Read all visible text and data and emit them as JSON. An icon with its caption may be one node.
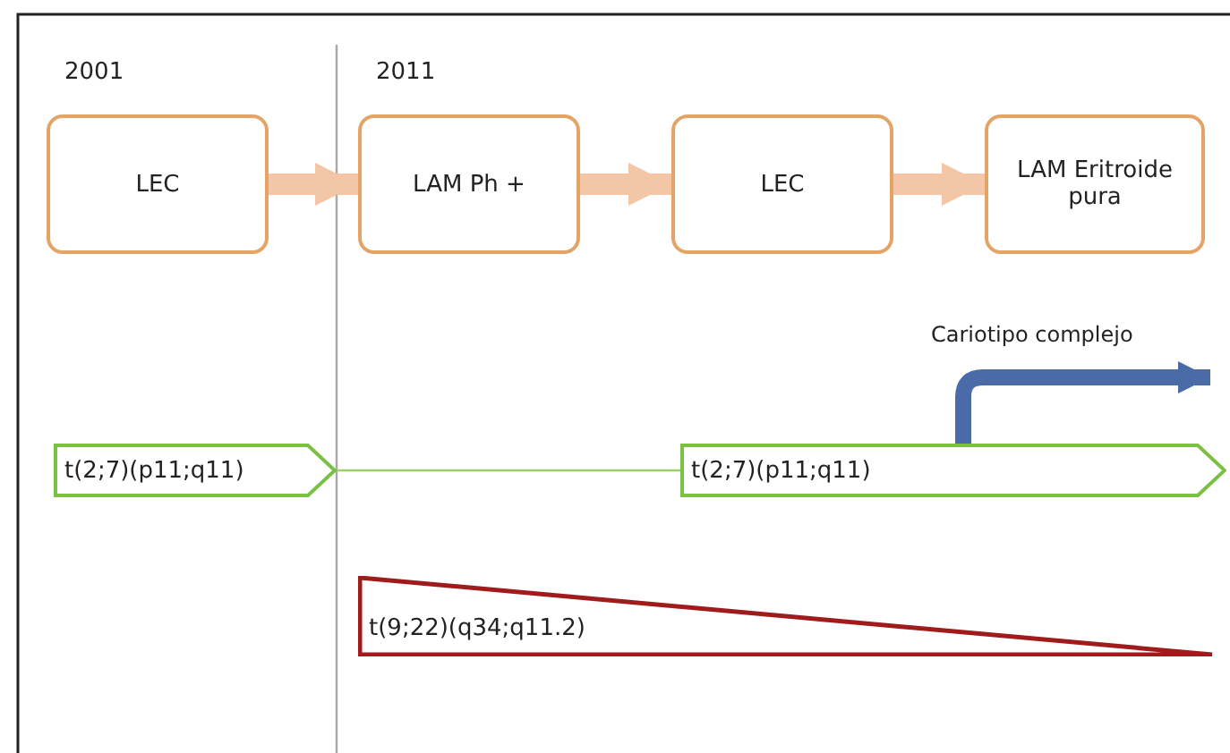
{
  "diagram": {
    "nodes": [
      {
        "text": [
          "LEC"
        ]
      },
      {
        "text": [
          "LAM Ph +"
        ]
      },
      {
        "text": [
          "LEC"
        ]
      },
      {
        "text": [
          "LAM Eritroide pura"
        ]
      },
      {
        "text": [
          "t(2;7)(p11;q11)"
        ]
      },
      {
        "text": [
          "t(2;7)(p11;q11)"
        ]
      },
      {
        "text": [
          "t(9;22)(q34;q11.2)"
        ]
      }
    ],
    "edges": [
      {
        "from": 0,
        "to": 1,
        "arrow": "to"
      },
      {
        "from": 1,
        "to": 2,
        "arrow": "to"
      },
      {
        "from": 2,
        "to": 3,
        "arrow": "to"
      },
      {
        "from": 4,
        "to": 5,
        "arrow": "none",
        "color": "#9ccf6e"
      },
      {
        "from": 5,
        "to": null,
        "arrow": "to",
        "label": "Cariotipo complejo",
        "color": "#4a6aa8"
      }
    ],
    "labels": [
      "2001",
      "2011"
    ]
  }
}
